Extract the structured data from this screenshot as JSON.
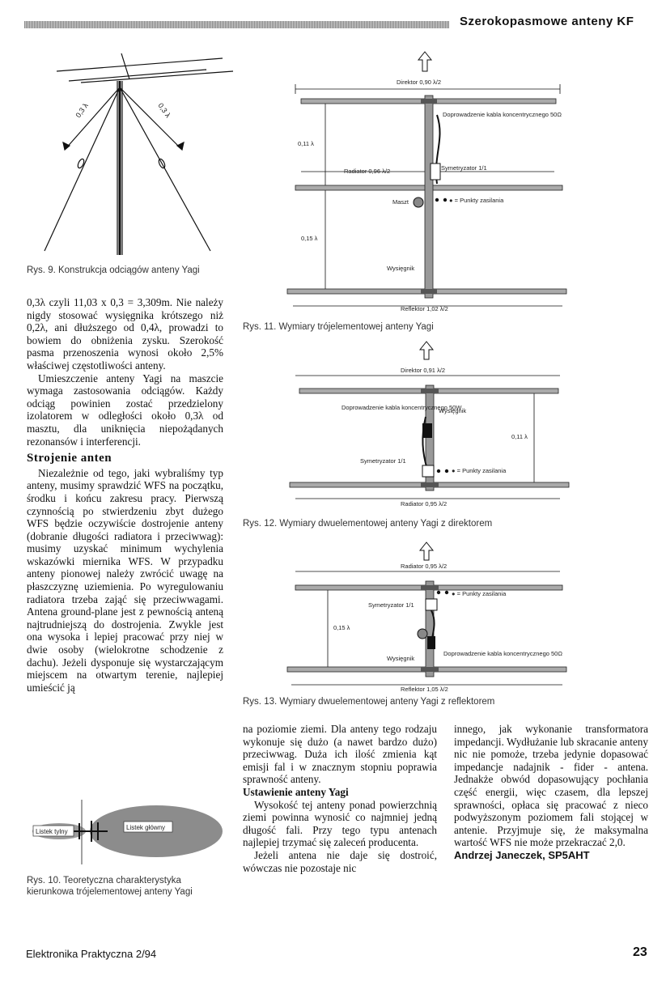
{
  "header": {
    "title": "Szerokopasmowe anteny KF"
  },
  "fig9": {
    "label_left": "0,3 λ",
    "label_right": "0,3 λ",
    "caption": "Rys. 9. Konstrukcja odciągów anteny Yagi"
  },
  "fig10": {
    "lobe_rear": "Listek tylny",
    "lobe_main": "Listek główny",
    "caption": "Rys. 10. Teoretyczna charakterystyka kierunkowa trójelementowej anteny Yagi"
  },
  "fig11": {
    "director": "Direktor 0,90 λ/2",
    "feed": "Doprowadzenie kabla koncentrycznego 50Ω",
    "spacing1": "0,11 λ",
    "radiator": "Radiator 0,96 λ/2",
    "balun": "Symetryzator 1/1",
    "mast": "Maszt",
    "feed_points": "● = Punkty zasilania",
    "spacing2": "0,15 λ",
    "boom": "Wysięgnik",
    "reflector": "Reflektor 1,02 λ/2",
    "caption": "Rys. 11. Wymiary trójelementowej anteny Yagi"
  },
  "fig12": {
    "director": "Direktor 0,91 λ/2",
    "feed": "Doprowadzenie kabla koncentrycznego 50W",
    "boom": "Wysięgnik",
    "spacing": "0,11 λ",
    "balun": "Symetryzator 1/1",
    "feed_points": "● = Punkty zasilania",
    "radiator": "Radiator 0,95 λ/2",
    "caption": "Rys. 12. Wymiary dwuelementowej anteny Yagi z direktorem"
  },
  "fig13": {
    "radiator": "Radiator 0,95 λ/2",
    "feed_points": "● = Punkty zasilania",
    "balun": "Symetryzator 1/1",
    "spacing": "0,15 λ",
    "boom": "Wysięgnik",
    "feed": "Doprowadzenie kabla koncentrycznego 50Ω",
    "reflector": "Reflektor 1,05 λ/2",
    "caption": "Rys. 13. Wymiary dwuelementowej anteny Yagi z reflektorem"
  },
  "col1": {
    "p1": "0,3λ czyli 11,03 x 0,3 = 3,309m. Nie należy nigdy stosować wysięgnika krótszego niż 0,2λ, ani dłuższego od 0,4λ, prowadzi to bowiem do obniżenia zysku. Szerokość pasma przenoszenia wynosi około 2,5% właściwej częstotliwości anteny.",
    "p2": "Umieszczenie anteny Yagi na maszcie wymaga zastosowania odciągów. Każdy odciąg powinien zostać przedzielony izolatorem w odległości około 0,3λ od masztu, dla uniknięcia niepożądanych rezonansów i interferencji.",
    "heading": "Strojenie anten",
    "p3": "Niezależnie od tego, jaki wybraliśmy typ anteny, musimy sprawdzić WFS na początku, środku i końcu zakresu pracy. Pierwszą czynnością po stwierdzeniu zbyt dużego WFS będzie oczywiście dostrojenie anteny (dobranie długości radiatora i przeciwwag): musimy uzyskać minimum wychylenia wskazówki miernika WFS. W przypadku anteny pionowej należy zwrócić uwagę na płaszczyznę uziemienia. Po wyregulowaniu radiatora trzeba zająć się przeciwwagami. Antena ground-plane jest z pewnością anteną najtrudniejszą do dostrojenia. Zwykle jest ona wysoka i lepiej pracować przy niej w dwie osoby (wielokrotne schodzenie z dachu). Jeżeli dysponuje się wystarczającym miejscem na otwartym terenie, najlepiej umieścić ją"
  },
  "col2": {
    "p1": "na poziomie ziemi. Dla anteny tego rodzaju wykonuje się dużo (a nawet bardzo dużo) przeciwwag. Duża ich ilość zmienia kąt emisji fal i w znacznym stopniu poprawia sprawność anteny.",
    "heading": "Ustawienie anteny Yagi",
    "p2": "Wysokość tej anteny ponad powierzchnią ziemi powinna wynosić co najmniej jedną długość fali. Przy tego typu antenach najlepiej trzymać się zaleceń producenta.",
    "p3": "Jeżeli antena nie daje się dostroić, wówczas nie pozostaje nic"
  },
  "col3": {
    "p1": "innego, jak wykonanie transformatora impedancji. Wydłużanie lub skracanie anteny nic nie pomoże, trzeba jedynie dopasować impedancje nadajnik - fider - antena. Jednakże obwód dopasowujący pochłania część energii, więc czasem, dla lepszej sprawności, opłaca się pracować z nieco podwyższonym poziomem fali stojącej w antenie. Przyjmuje się, że maksymalna wartość WFS nie może przekraczać 2,0.",
    "author": "Andrzej Janeczek, SP5AHT"
  },
  "footer": {
    "journal": "Elektronika Praktyczna 2/94",
    "page": "23"
  }
}
